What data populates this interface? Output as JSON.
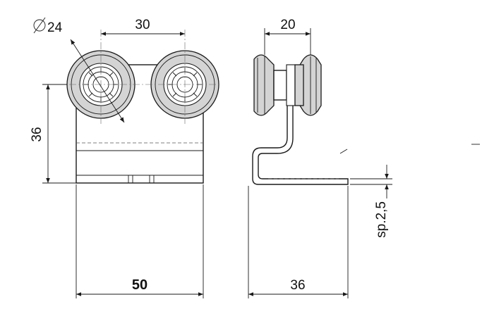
{
  "drawing": {
    "front_view": {
      "diameter_label": "24",
      "wheel_spacing_label": "30",
      "height_label": "36",
      "width_label": "50"
    },
    "side_view": {
      "wheel_width_label": "20",
      "depth_label": "36",
      "thickness_label": "sp.2,5"
    },
    "colors": {
      "line": "#1a1a1a",
      "wheel_gray": "#d4d4d4"
    }
  }
}
